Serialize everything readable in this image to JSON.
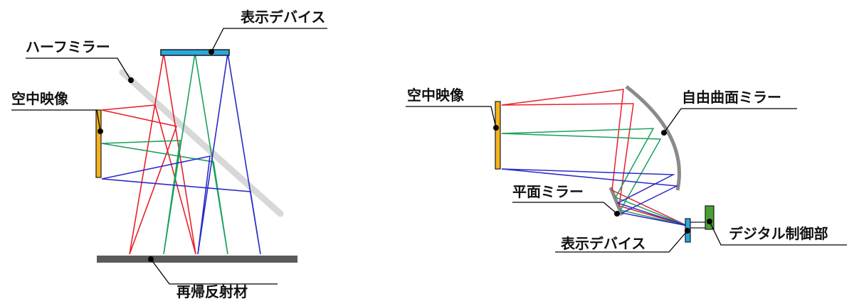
{
  "colors": {
    "red": "#e8202a",
    "green": "#1aa05a",
    "blue": "#2a2ac8",
    "display": "#29a8e0",
    "image_plane": "#f5b21e",
    "half_mirror": "#d8d8d8",
    "retroreflector": "#5a5a5a",
    "freeform_mirror": "#8a8a8a",
    "controller": "#4aa033",
    "leader": "#000000"
  },
  "left_diagram": {
    "labels": {
      "display_device": "表示デバイス",
      "half_mirror": "ハーフミラー",
      "aerial_image": "空中映像",
      "retroreflector": "再帰反射材"
    }
  },
  "right_diagram": {
    "labels": {
      "aerial_image": "空中映像",
      "freeform_mirror": "自由曲面ミラー",
      "flat_mirror": "平面ミラー",
      "display_device": "表示デバイス",
      "digital_controller": "デジタル制御部"
    }
  }
}
